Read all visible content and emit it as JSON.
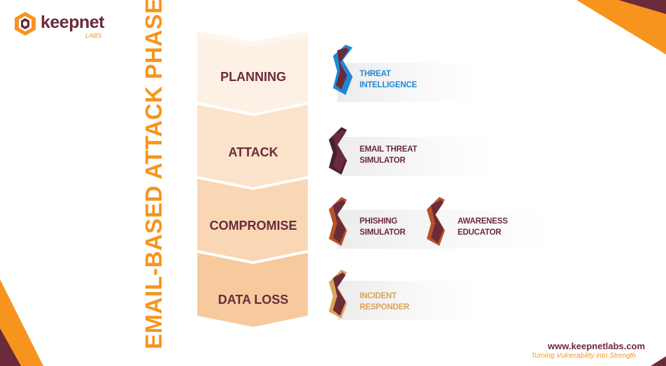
{
  "logo": {
    "name": "keepnet",
    "sub": "LABS",
    "icon": "keepnet-hexagon-logo"
  },
  "title": "EMAIL-BASED ATTACK PHASES",
  "phases": [
    {
      "label": "PLANNING"
    },
    {
      "label": "ATTACK"
    },
    {
      "label": "COMPROMISE"
    },
    {
      "label": "DATA LOSS"
    }
  ],
  "tools": [
    {
      "label": "THREAT INTELLIGENCE",
      "line1": "THREAT",
      "line2": "INTELLIGENCE",
      "color": "#1e88d6"
    },
    {
      "label": "EMAIL THREAT SIMULATOR",
      "line1": "EMAIL THREAT",
      "line2": "SIMULATOR",
      "color": "#6b2b3a"
    },
    {
      "label": "PHISHING SIMULATOR",
      "line1": "PHISHING",
      "line2": "SIMULATOR",
      "color": "#6b2b3a"
    },
    {
      "label": "AWARENESS EDUCATOR",
      "line1": "AWARENESS",
      "line2": "EDUCATOR",
      "color": "#6b2b3a"
    },
    {
      "label": "INCIDENT RESPONDER",
      "line1": "INCIDENT",
      "line2": "RESPONDER",
      "color": "#d9a35a"
    }
  ],
  "footer": {
    "url": "www.keepnetlabs.com",
    "tagline": "Turning Vulnerability into Strength"
  },
  "colors": {
    "orange": "#f7941d",
    "maroon": "#6b2b3a",
    "blue": "#1e88d6",
    "tan": "#d9a35a"
  }
}
